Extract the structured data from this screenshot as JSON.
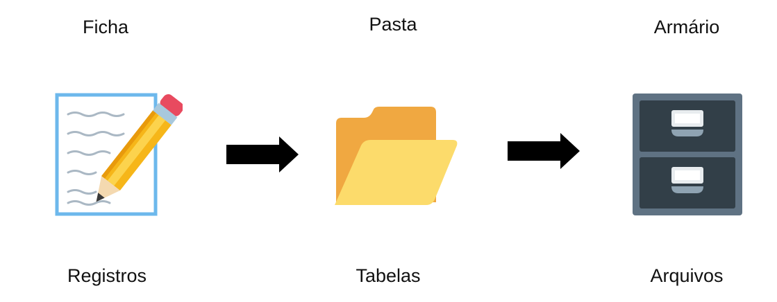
{
  "diagram": {
    "columns": [
      {
        "top_label": "Ficha",
        "bottom_label": "Registros",
        "icon": "pencil-paper-icon"
      },
      {
        "top_label": "Pasta",
        "bottom_label": "Tabelas",
        "icon": "folder-icon"
      },
      {
        "top_label": "Armário",
        "bottom_label": "Arquivos",
        "icon": "file-cabinet-icon"
      }
    ],
    "arrows": [
      {
        "from": "Ficha",
        "to": "Pasta"
      },
      {
        "from": "Pasta",
        "to": "Armário"
      }
    ]
  }
}
